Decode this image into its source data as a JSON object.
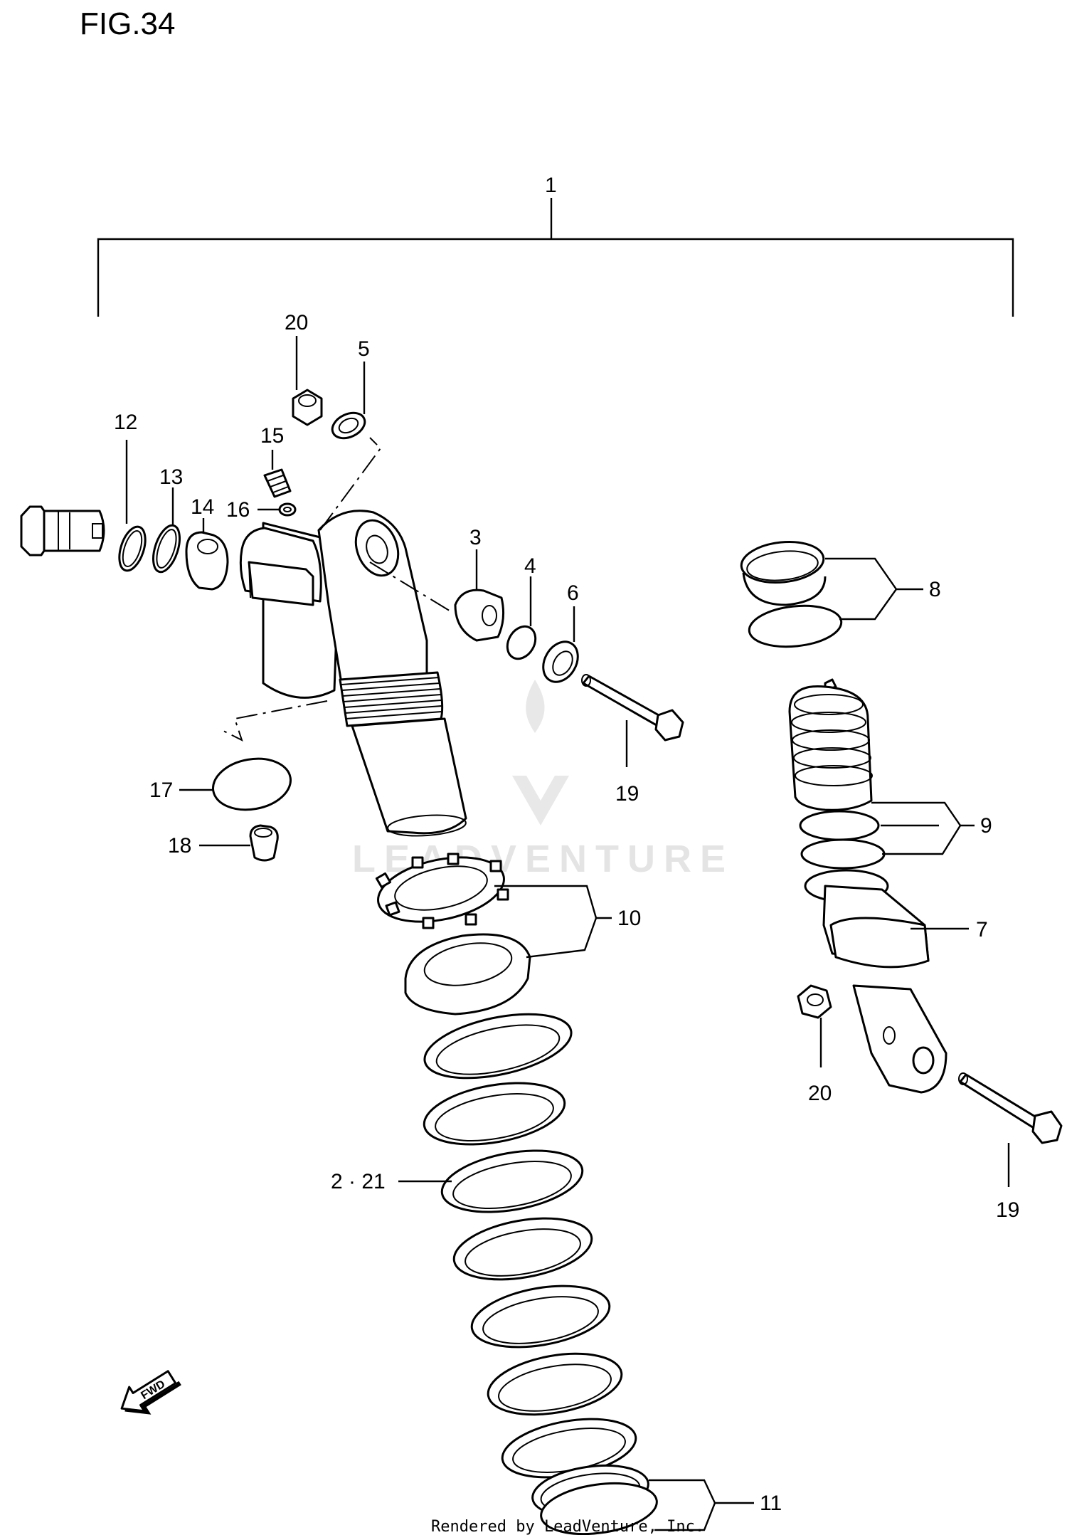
{
  "figure": {
    "title": "FIG.34"
  },
  "watermark": {
    "text": "LEADVENTURE"
  },
  "credit": {
    "text": "Rendered by LeadVenture, Inc."
  },
  "fwd_arrow": {
    "text": "FWD",
    "icon": "fwd-arrow-icon"
  },
  "callouts": {
    "c1": "1",
    "c2_21": "2 · 21",
    "c3": "3",
    "c4": "4",
    "c5": "5",
    "c6": "6",
    "c7": "7",
    "c8": "8",
    "c9": "9",
    "c10": "10",
    "c11": "11",
    "c12": "12",
    "c13": "13",
    "c14": "14",
    "c15": "15",
    "c16": "16",
    "c17": "17",
    "c18": "18",
    "c19_a": "19",
    "c19_b": "19",
    "c20_a": "20",
    "c20_b": "20"
  }
}
